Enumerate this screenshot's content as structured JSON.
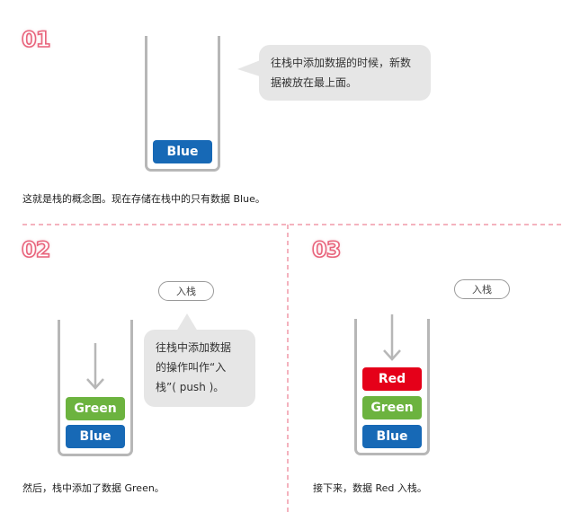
{
  "panel1": {
    "number": "01",
    "blocks": [
      "Blue"
    ],
    "bubble_line1": "往栈中添加数据的时候，新数",
    "bubble_line2": "据被放在最上面。",
    "caption": "这就是栈的概念图。现在存储在栈中的只有数据 Blue。"
  },
  "panel2": {
    "number": "02",
    "push_label": "入栈",
    "blocks": [
      "Green",
      "Blue"
    ],
    "bubble_line1": "往栈中添加数据",
    "bubble_line2": "的操作叫作“入",
    "bubble_line3": "栈”( push )。",
    "caption": "然后，栈中添加了数据 Green。"
  },
  "panel3": {
    "number": "03",
    "push_label": "入栈",
    "blocks": [
      "Red",
      "Green",
      "Blue"
    ],
    "caption": "接下来，数据 Red 入栈。"
  },
  "colors": {
    "blue": "#1769b6",
    "green": "#6cb33f",
    "red": "#e50019",
    "step_number": "#e8647c",
    "divider": "#e8647c",
    "stack_wall": "#b7b7b7",
    "bubble": "#e6e6e6"
  },
  "icons": [
    "down-arrow-icon"
  ]
}
